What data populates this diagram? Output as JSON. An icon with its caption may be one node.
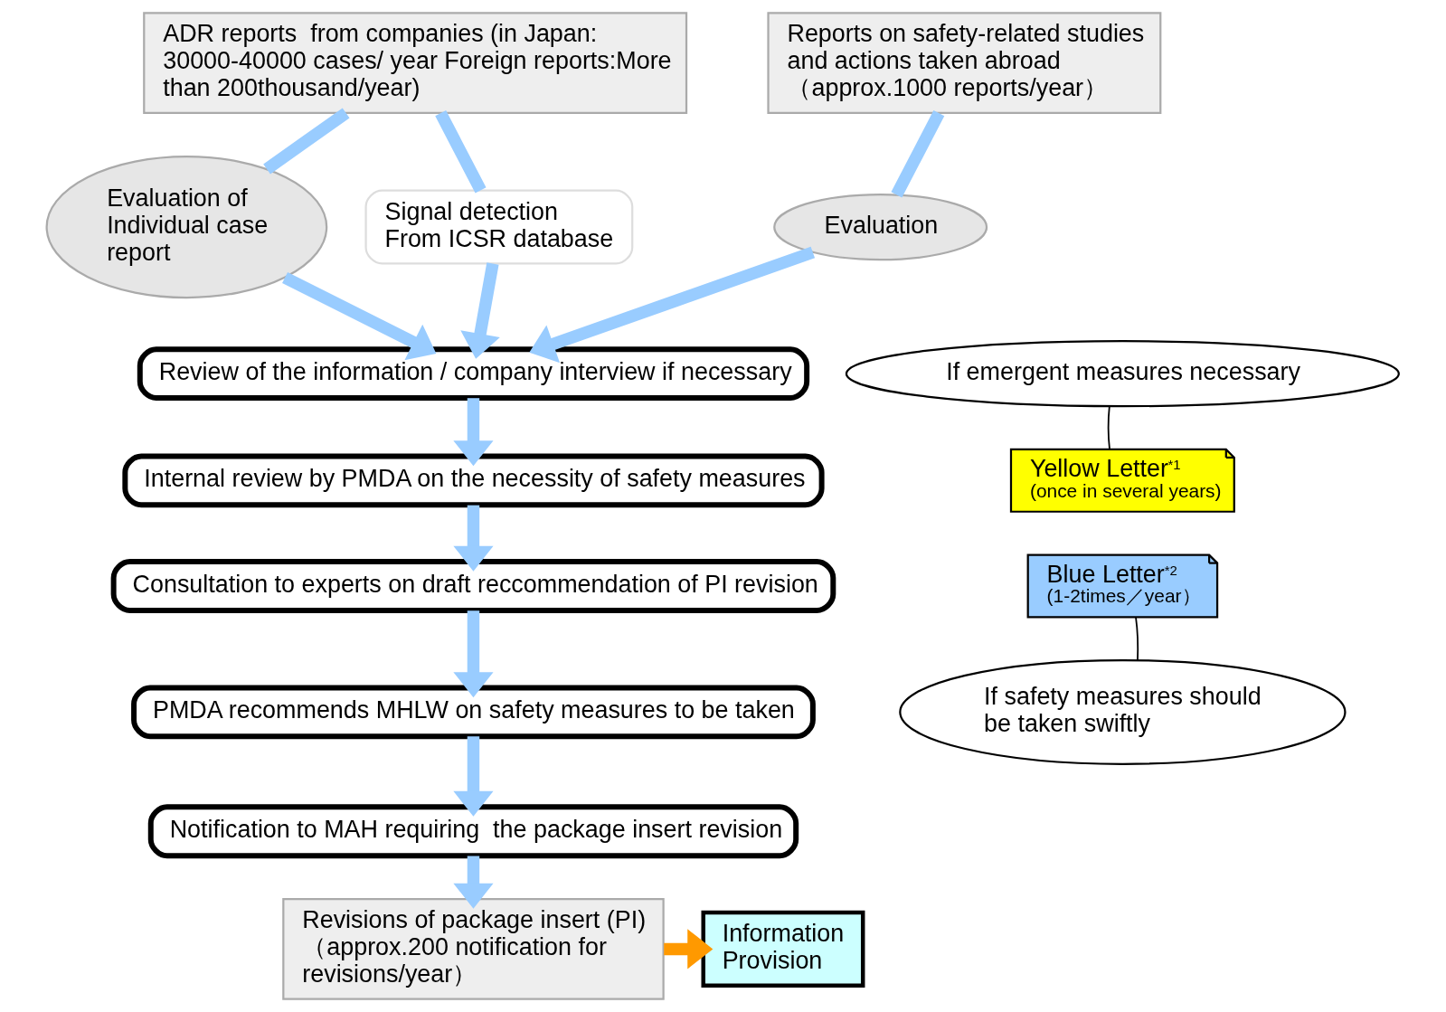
{
  "diagram": {
    "nodes": [
      {
        "text": [
          "ADR reports  from companies (in Japan: 30000-40000 cases/ year Foreign reports:More than 200thousand/year)"
        ]
      },
      {
        "text": [
          "Reports on safety-related studies and actions taken abroad （approx.1000 reports/year）"
        ]
      },
      {
        "text": [
          "Evaluation of Individual case report"
        ]
      },
      {
        "text": [
          "Signal detection From ICSR database"
        ]
      },
      {
        "text": [
          "Evaluation"
        ]
      },
      {
        "text": [
          "Review of the information / company interview if necessary"
        ]
      },
      {
        "text": [
          "Internal review by PMDA on the necessity of safety measures"
        ]
      },
      {
        "text": [
          "Consultation to experts on draft reccommendation of PI revision"
        ]
      },
      {
        "text": [
          "PMDA recommends MHLW on safety measures to be taken"
        ]
      },
      {
        "text": [
          "Notification to MAH requiring  the package insert revision"
        ]
      },
      {
        "text": [
          "Revisions of package insert (PI) （approx.200 notification for revisions/year）"
        ]
      },
      {
        "text": [
          "Information Provision"
        ]
      },
      {
        "text": [
          "If emergent measures necessary"
        ]
      },
      {
        "text": [
          "Yellow Letter$^{*1}$",
          "(once in several years)"
        ]
      },
      {
        "text": [
          "Blue Letter$^{*2}$",
          "(1-2times／year）"
        ]
      },
      {
        "text": [
          "If safety measures should be taken swiftly"
        ]
      }
    ],
    "edges": [
      {
        "from": 0,
        "to": 2,
        "arrow": "none"
      },
      {
        "from": 2,
        "to": 5,
        "arrow": "to"
      },
      {
        "from": 0,
        "to": 3,
        "arrow": "none"
      },
      {
        "from": 3,
        "to": 5,
        "arrow": "to"
      },
      {
        "from": 1,
        "to": 4,
        "arrow": "none"
      },
      {
        "from": 4,
        "to": 5,
        "arrow": "to"
      },
      {
        "from": 5,
        "to": 6,
        "arrow": "to"
      },
      {
        "from": 6,
        "to": 7,
        "arrow": "to"
      },
      {
        "from": 7,
        "to": 8,
        "arrow": "to"
      },
      {
        "from": 8,
        "to": 9,
        "arrow": "to"
      },
      {
        "from": 9,
        "to": 10,
        "arrow": "to"
      },
      {
        "from": 10,
        "to": 11,
        "arrow": "to",
        "color": "#ff9900"
      },
      {
        "from": 12,
        "to": 13,
        "arrow": "none",
        "color": "#000000"
      },
      {
        "from": 15,
        "to": 14,
        "arrow": "none",
        "color": "#000000"
      }
    ]
  }
}
